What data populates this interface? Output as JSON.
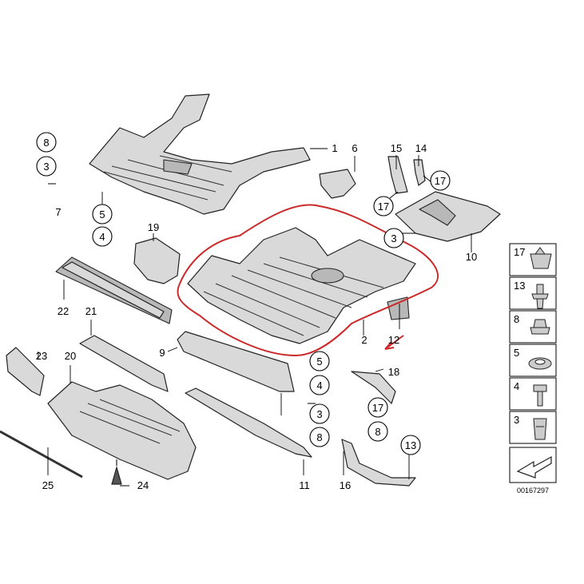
{
  "callouts": {
    "c8_tl": "8",
    "c3_tl": "3",
    "l7": "7",
    "c5_a": "5",
    "c4_a": "4",
    "l1": "1",
    "l6": "6",
    "l15": "15",
    "l14": "14",
    "c17_a": "17",
    "c17_b": "17",
    "c3_b": "3",
    "l10": "10",
    "l19": "19",
    "l22": "22",
    "l21": "21",
    "l9": "9",
    "c5_b": "5",
    "c4_b": "4",
    "c3_c": "3",
    "c8_b": "8",
    "l2": "2",
    "l12": "12",
    "l18": "18",
    "c17_c": "17",
    "c8_c": "8",
    "l23": "23",
    "l20": "20",
    "l25": "25",
    "l24": "24",
    "l11": "11",
    "l16": "16",
    "c13": "13"
  },
  "legend": {
    "items": [
      {
        "num": "17",
        "icon": "spring-nut-icon"
      },
      {
        "num": "13",
        "icon": "expanding-rivet-icon"
      },
      {
        "num": "8",
        "icon": "collar-screw-icon"
      },
      {
        "num": "5",
        "icon": "washer-icon"
      },
      {
        "num": "4",
        "icon": "hex-bolt-icon"
      },
      {
        "num": "3",
        "icon": "clip-nut-icon"
      }
    ],
    "catalog_number": "00167297"
  },
  "colors": {
    "highlight": "#cc2a2a",
    "part_fill": "#d9d9d9"
  }
}
